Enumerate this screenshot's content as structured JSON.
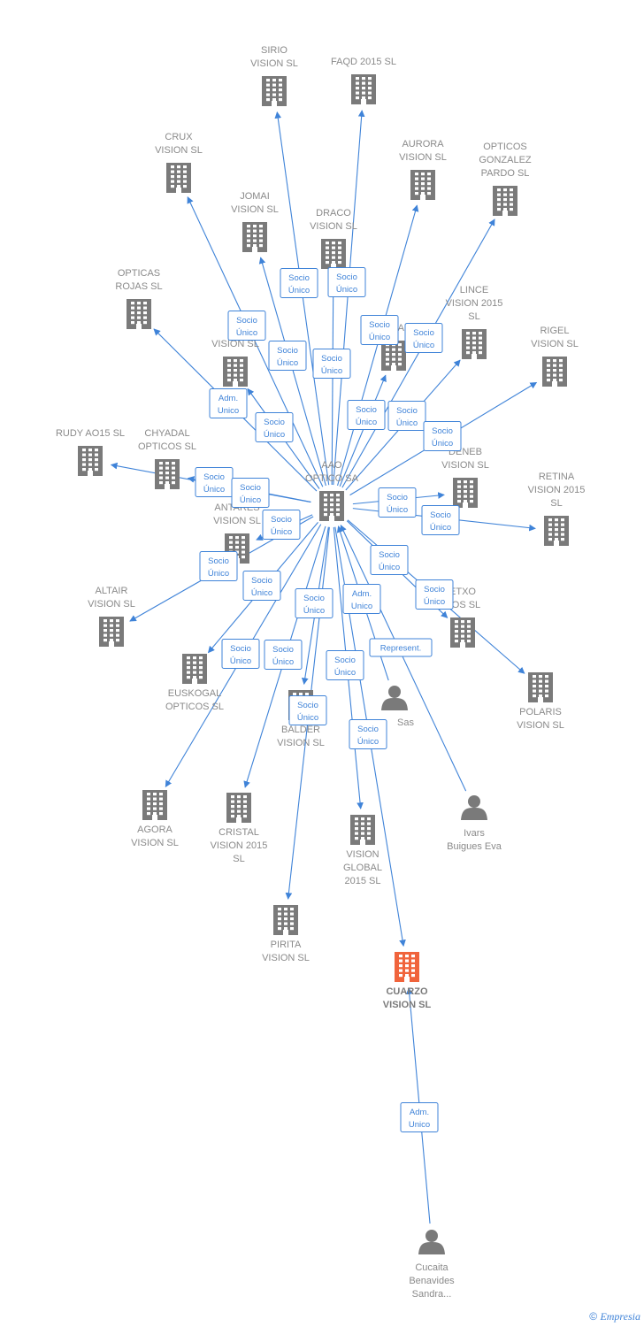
{
  "colors": {
    "edge": "#3f83d8",
    "building": "#7a7a7a",
    "focus": "#f0643c",
    "person": "#7a7a7a",
    "label": "#8a8a8a"
  },
  "nodes": [
    {
      "id": "aao",
      "type": "company",
      "lines": [
        "AAO",
        "OPTICO SA"
      ]
    },
    {
      "id": "sirio",
      "type": "company",
      "lines": [
        "SIRIO",
        "VISION  SL"
      ]
    },
    {
      "id": "faqd",
      "type": "company",
      "lines": [
        "FAQD 2015  SL"
      ]
    },
    {
      "id": "crux",
      "type": "company",
      "lines": [
        "CRUX",
        "VISION  SL"
      ]
    },
    {
      "id": "aurora",
      "type": "company",
      "lines": [
        "AURORA",
        "VISION  SL"
      ]
    },
    {
      "id": "opticos_gonzalez",
      "type": "company",
      "lines": [
        "OPTICOS",
        "GONZALEZ",
        "PARDO  SL"
      ]
    },
    {
      "id": "jomai",
      "type": "company",
      "lines": [
        "JOMAI",
        "VISION  SL"
      ]
    },
    {
      "id": "draco",
      "type": "company",
      "lines": [
        "DRACO",
        "VISION  SL"
      ]
    },
    {
      "id": "opticas_rojas",
      "type": "company",
      "lines": [
        "OPTICAS",
        "ROJAS SL"
      ]
    },
    {
      "id": "lince",
      "type": "company",
      "lines": [
        "LINCE",
        "VISION 2015",
        "SL"
      ]
    },
    {
      "id": "dolly",
      "type": "company",
      "lines": [
        "DOLLY AO15"
      ]
    },
    {
      "id": "kl",
      "type": "company",
      "lines": [
        "KL",
        "VISION  SL"
      ]
    },
    {
      "id": "rigel",
      "type": "company",
      "lines": [
        "RIGEL",
        "VISION  SL"
      ]
    },
    {
      "id": "rudy",
      "type": "company",
      "lines": [
        "RUDY AO15  SL"
      ]
    },
    {
      "id": "chyadal",
      "type": "company",
      "lines": [
        "CHYADAL",
        "OPTICOS  SL"
      ]
    },
    {
      "id": "deneb",
      "type": "company",
      "lines": [
        "DENEB",
        "VISION  SL"
      ]
    },
    {
      "id": "retina",
      "type": "company",
      "lines": [
        "RETINA",
        "VISION 2015",
        "SL"
      ]
    },
    {
      "id": "antares",
      "type": "company",
      "lines": [
        "ANTARES",
        "VISION  SL"
      ]
    },
    {
      "id": "altair",
      "type": "company",
      "lines": [
        "ALTAIR",
        "VISION  SL"
      ]
    },
    {
      "id": "etxo",
      "type": "company",
      "lines": [
        "ETXO",
        "COS  SL"
      ]
    },
    {
      "id": "euskogal",
      "type": "company",
      "lines": [
        "EUSKOGAL",
        "OPTICOS  SL"
      ]
    },
    {
      "id": "polaris",
      "type": "company",
      "lines": [
        "POLARIS",
        "VISION  SL"
      ]
    },
    {
      "id": "sas",
      "type": "person",
      "lines": [
        "Sas"
      ]
    },
    {
      "id": "balder",
      "type": "company",
      "lines": [
        "BALDER",
        "VISION  SL"
      ]
    },
    {
      "id": "agora",
      "type": "company",
      "lines": [
        "AGORA",
        "VISION  SL"
      ]
    },
    {
      "id": "cristal",
      "type": "company",
      "lines": [
        "CRISTAL",
        "VISION 2015",
        "SL"
      ]
    },
    {
      "id": "vision_global",
      "type": "company",
      "lines": [
        "VISION",
        "GLOBAL",
        "2015  SL"
      ]
    },
    {
      "id": "ivars",
      "type": "person",
      "lines": [
        "Ivars",
        "Buigues Eva"
      ]
    },
    {
      "id": "pirita",
      "type": "company",
      "lines": [
        "PIRITA",
        "VISION  SL"
      ]
    },
    {
      "id": "cuarzo",
      "type": "company",
      "focus": true,
      "lines": [
        "CUARZO",
        "VISION  SL"
      ]
    },
    {
      "id": "cucaita",
      "type": "person",
      "lines": [
        "Cucaita",
        "Benavides",
        "Sandra..."
      ]
    }
  ],
  "edges": [
    {
      "from": "aao",
      "to": "sirio",
      "label": [
        "Socio",
        "Único"
      ]
    },
    {
      "from": "aao",
      "to": "faqd",
      "label": [
        "Socio",
        "Único"
      ]
    },
    {
      "from": "aao",
      "to": "crux",
      "label": [
        "Socio",
        "Único"
      ]
    },
    {
      "from": "aao",
      "to": "jomai",
      "label": [
        "Socio",
        "Único"
      ]
    },
    {
      "from": "aao",
      "to": "draco",
      "label": [
        "Socio",
        "Único"
      ]
    },
    {
      "from": "aao",
      "to": "aurora",
      "label": [
        "Socio",
        "Único"
      ]
    },
    {
      "from": "aao",
      "to": "opticos_gonzalez",
      "label": [
        "Socio",
        "Único"
      ]
    },
    {
      "from": "aao",
      "to": "lince",
      "label": [
        "Socio",
        "Único"
      ]
    },
    {
      "from": "aao",
      "to": "dolly",
      "label": [
        "Socio",
        "Único"
      ]
    },
    {
      "from": "aao",
      "to": "rigel",
      "label": [
        "Socio",
        "Único"
      ]
    },
    {
      "from": "aao",
      "to": "opticas_rojas",
      "label": [
        "Adm.",
        "Unico"
      ]
    },
    {
      "from": "aao",
      "to": "kl",
      "label": [
        "Socio",
        "Único"
      ]
    },
    {
      "from": "aao",
      "to": "rudy",
      "label": [
        "Socio",
        "Único"
      ]
    },
    {
      "from": "aao",
      "to": "chyadal",
      "label": [
        "Socio",
        "Único"
      ]
    },
    {
      "from": "aao",
      "to": "deneb",
      "label": [
        "Socio",
        "Único"
      ]
    },
    {
      "from": "aao",
      "to": "retina",
      "label": [
        "Socio",
        "Único"
      ]
    },
    {
      "from": "aao",
      "to": "antares",
      "label": [
        "Socio",
        "Único"
      ]
    },
    {
      "from": "aao",
      "to": "altair",
      "label": [
        "Socio",
        "Único"
      ]
    },
    {
      "from": "aao",
      "to": "euskogal",
      "label": [
        "Socio",
        "Único"
      ]
    },
    {
      "from": "aao",
      "to": "etxo",
      "label": [
        "Socio",
        "Único"
      ]
    },
    {
      "from": "aao",
      "to": "polaris",
      "label": [
        "Socio",
        "Único"
      ]
    },
    {
      "from": "aao",
      "to": "agora",
      "label": [
        "Socio",
        "Único"
      ]
    },
    {
      "from": "aao",
      "to": "cristal",
      "label": [
        "Socio",
        "Único"
      ]
    },
    {
      "from": "aao",
      "to": "balder",
      "label": [
        "Socio",
        "Único"
      ]
    },
    {
      "from": "aao",
      "to": "pirita",
      "label": [
        "Socio",
        "Único"
      ]
    },
    {
      "from": "aao",
      "to": "vision_global",
      "label": [
        "Socio",
        "Único"
      ]
    },
    {
      "from": "aao",
      "to": "cuarzo",
      "label": [
        "Socio",
        "Único"
      ]
    },
    {
      "from": "sas",
      "to": "aao",
      "label": [
        "Adm.",
        "Unico"
      ]
    },
    {
      "from": "ivars",
      "to": "aao",
      "label": [
        "Represent."
      ]
    },
    {
      "from": "cucaita",
      "to": "cuarzo",
      "label": [
        "Adm.",
        "Unico"
      ]
    }
  ],
  "footer": {
    "copyright": "©",
    "brand": "Empresia"
  }
}
